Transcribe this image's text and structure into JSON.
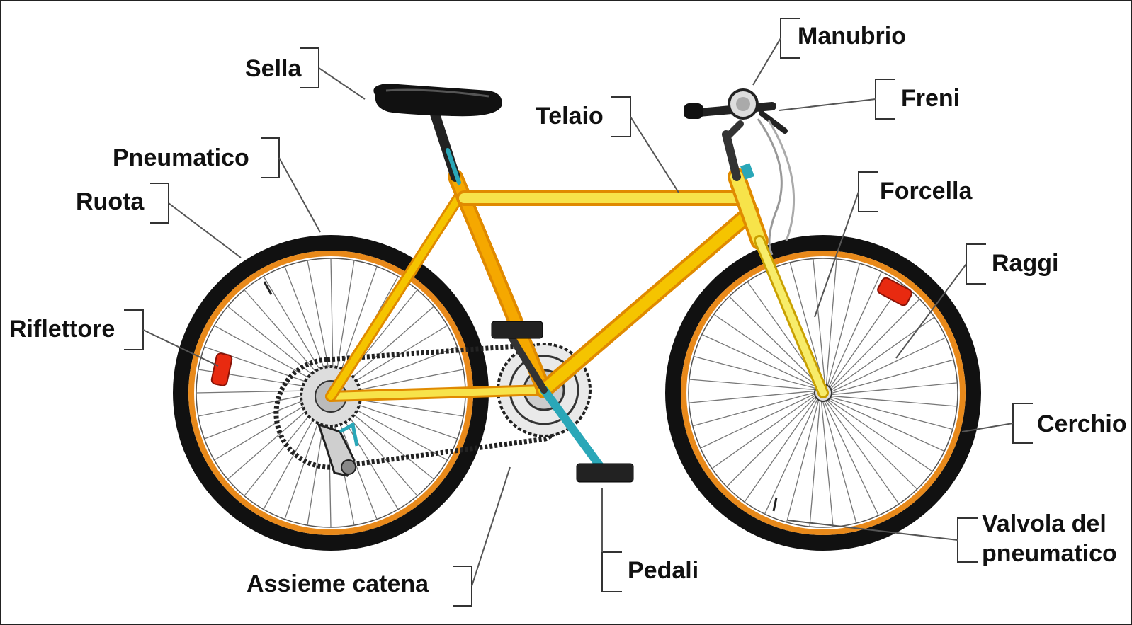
{
  "labels": {
    "sella": "Sella",
    "pneumatico": "Pneumatico",
    "ruota": "Ruota",
    "riflettore": "Riflettore",
    "telaio": "Telaio",
    "manubrio": "Manubrio",
    "freni": "Freni",
    "forcella": "Forcella",
    "raggi": "Raggi",
    "cerchio": "Cerchio",
    "valvola_line1": "Valvola del",
    "valvola_line2": "pneumatico",
    "pedali": "Pedali",
    "assieme_catena": "Assieme catena"
  },
  "colors": {
    "frame": "#f5c400",
    "frame_dark": "#e08a00",
    "tire": "#111111",
    "rim": "#e8891a",
    "reflector": "#e82a10",
    "accent": "#2aa7b8"
  }
}
